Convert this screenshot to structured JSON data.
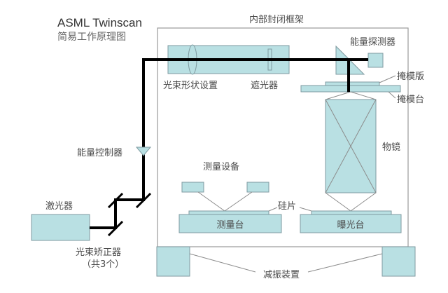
{
  "title": {
    "english": "ASML Twinscan",
    "chinese": "简易工作原理图"
  },
  "labels": {
    "frame": "内部封闭框架",
    "beam_shaper": "光束形状设置",
    "shutter": "遮光器",
    "energy_detector": "能量探测器",
    "reticle": "掩模版",
    "reticle_stage": "掩模台",
    "objective": "物镜",
    "energy_controller": "能量控制器",
    "metrology": "测量设备",
    "wafer": "硅片",
    "measure_stage": "测量台",
    "exposure_stage": "曝光台",
    "laser": "激光器",
    "beam_corrector": "光束矫正器",
    "beam_corrector_count": "（共3个）",
    "damper": "减振装置"
  },
  "colors": {
    "component_fill": "#b9e0e3",
    "component_stroke": "#7f9aa0",
    "beam": "#000000",
    "frame": "#9a9a9a"
  }
}
